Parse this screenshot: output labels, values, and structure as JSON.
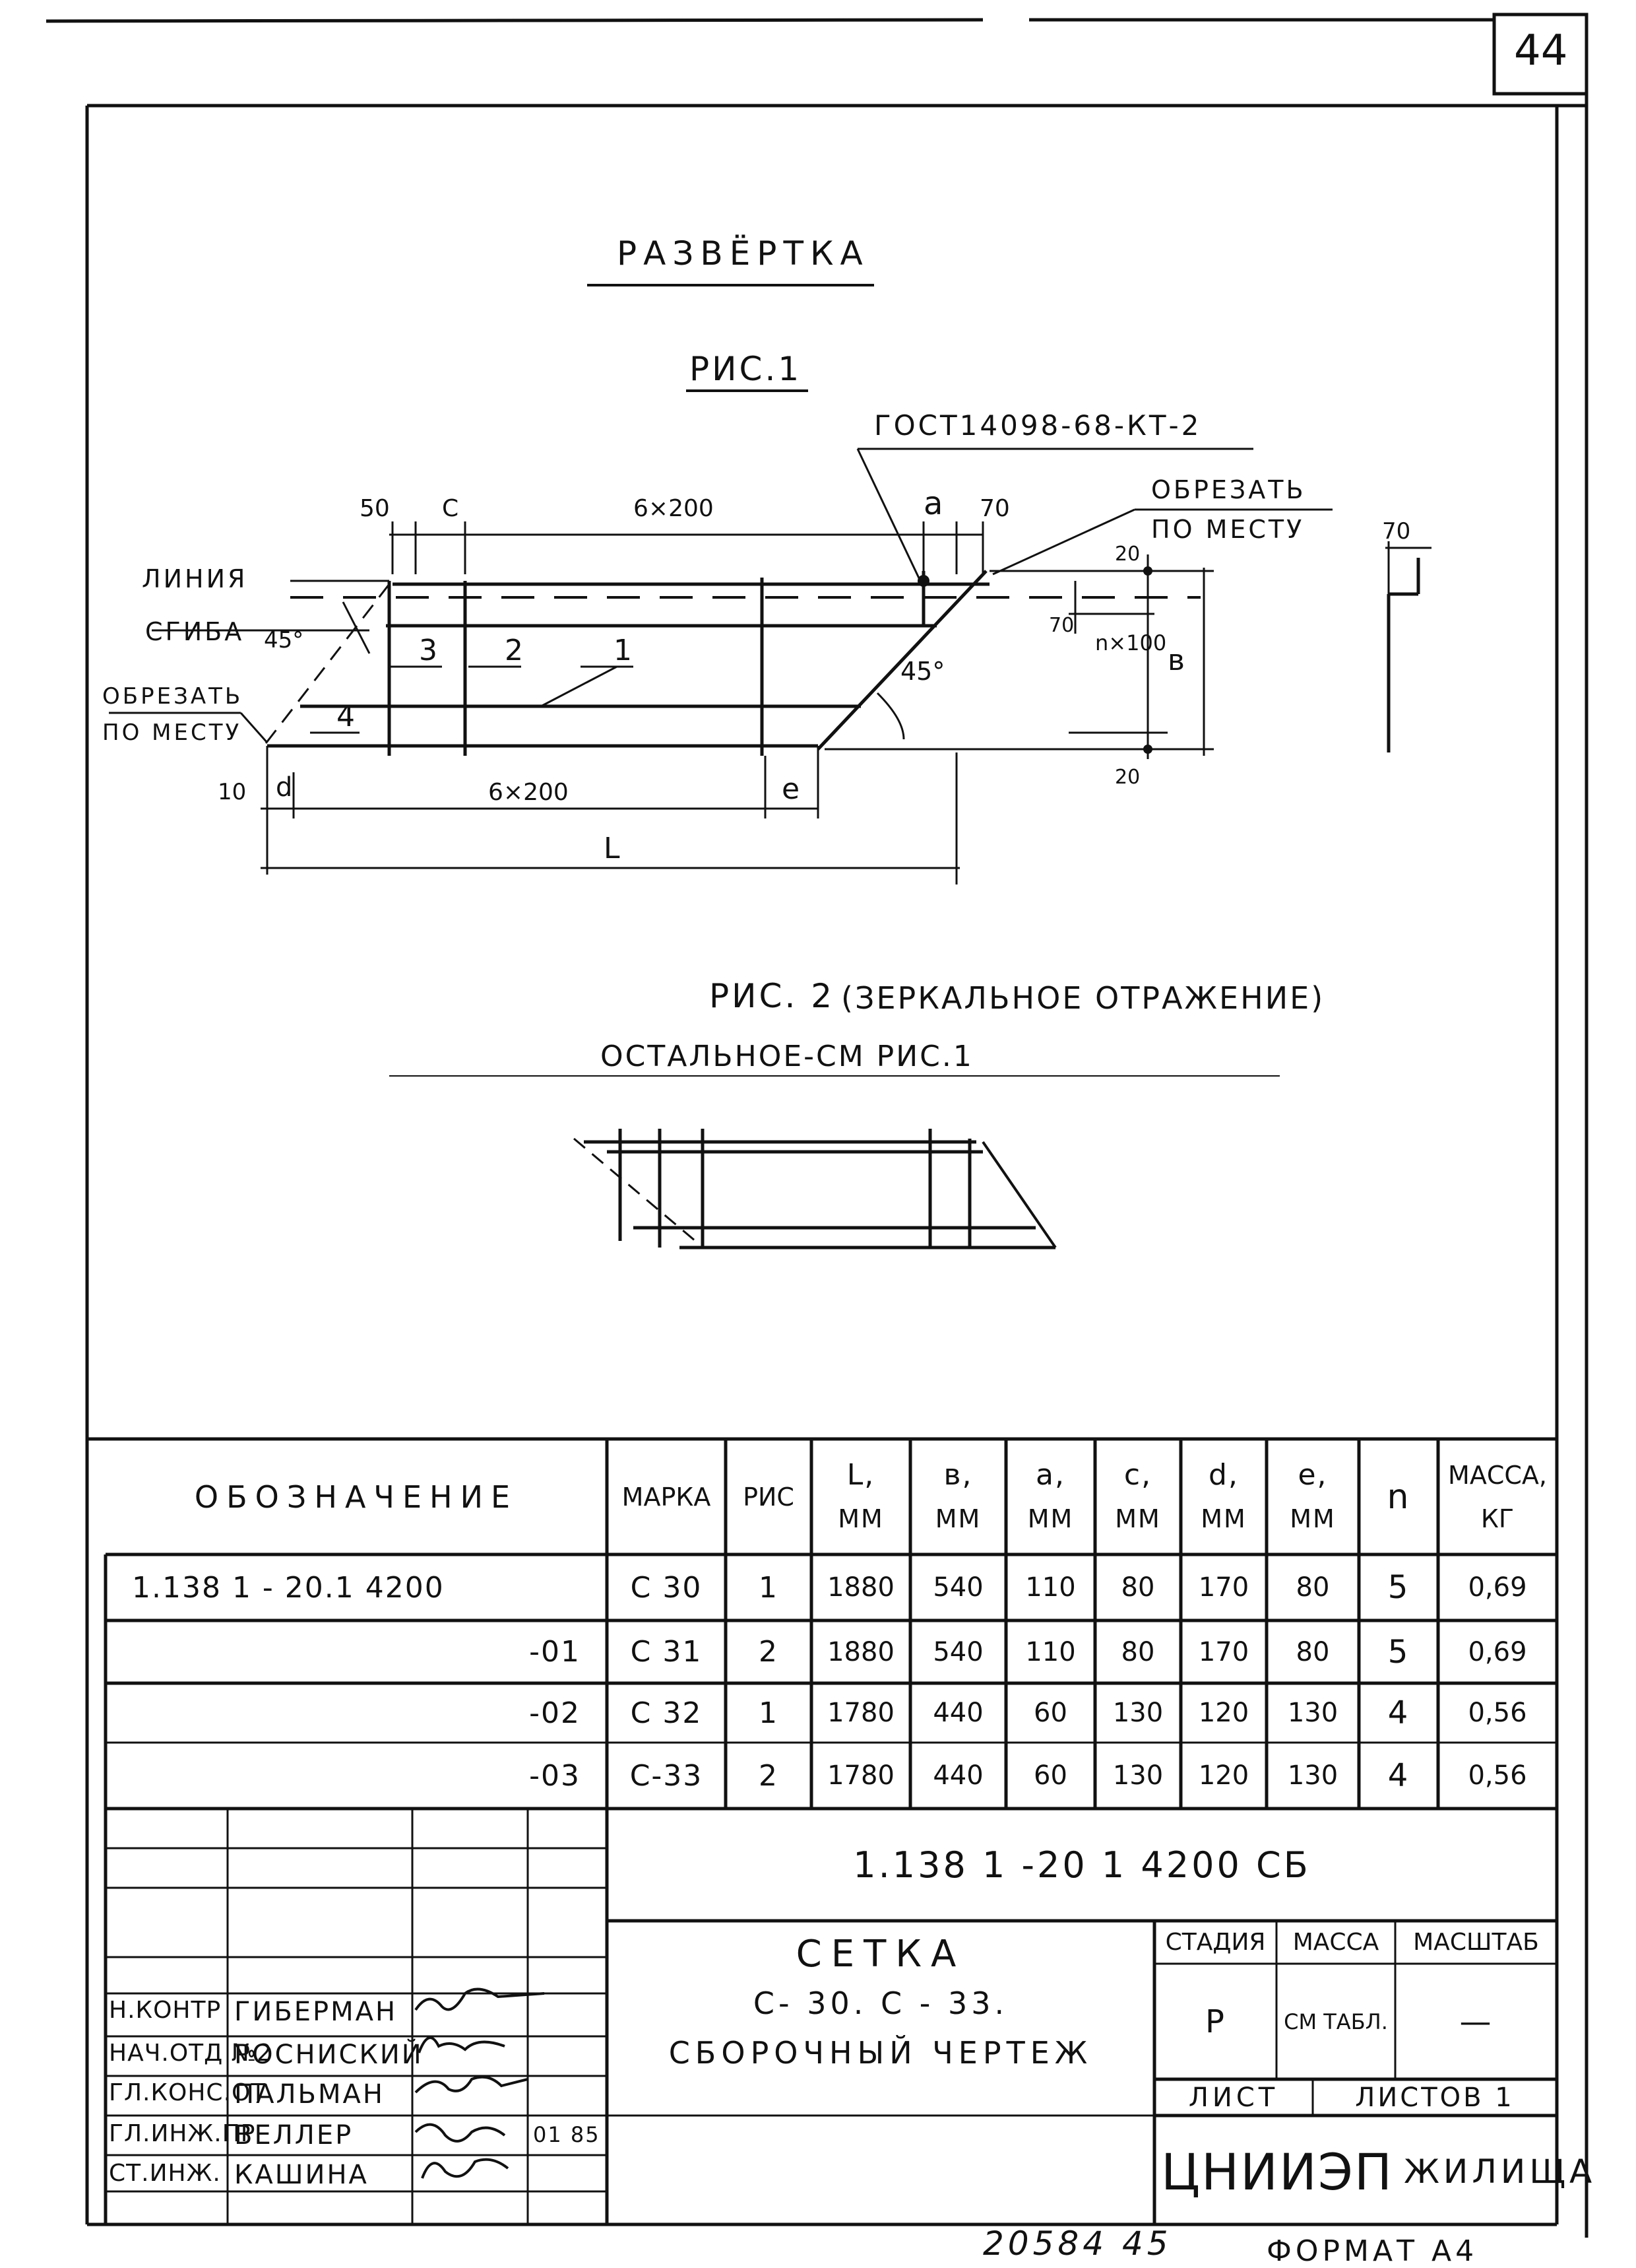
{
  "sheet": {
    "page_number": "44",
    "bottom_code": "20584 45",
    "format_label": "ФОРМАТ А4"
  },
  "drawing": {
    "title": "РАЗВЁРТКА",
    "fig1": {
      "label": "РИС.1",
      "gost_note": "ГОСТ14098-68-КТ-2",
      "cut_note_right_l1": "ОБРЕЗАТЬ",
      "cut_note_right_l2": "ПО МЕСТУ",
      "bend_line_l1": "ЛИНИЯ",
      "bend_line_l2": "СГИБА",
      "bend_angle": "45°",
      "cut_note_left_l1": "ОБРЕЗАТЬ",
      "cut_note_left_l2": "ПО МЕСТУ",
      "dim_50": "50",
      "dim_c": "С",
      "dim_top_span": "6×200",
      "dim_a": "а",
      "dim_70_top": "70",
      "dim_20_top": "20",
      "dim_70_side": "70",
      "dim_n100": "n×100",
      "dim_b": "в",
      "dim_20_bottom": "20",
      "dim_10": "10",
      "dim_d": "d",
      "dim_bottom_span": "6×200",
      "dim_e": "е",
      "dim_L": "L",
      "angle_45": "45°",
      "pos_1": "1",
      "pos_2": "2",
      "pos_3": "3",
      "pos_4": "4",
      "side_dim_70": "70"
    },
    "fig2": {
      "label": "РИС. 2",
      "label_note": "(ЗЕРКАЛЬНОЕ ОТРАЖЕНИЕ)",
      "rest_note": "ОСТАЛЬНОЕ-СМ РИС.1"
    }
  },
  "spec_table": {
    "headers": {
      "designation": "ОБОЗНАЧЕНИЕ",
      "mark": "МАРКА",
      "fig": "РИС",
      "L": "L,",
      "b": "в,",
      "a": "а,",
      "c": "с,",
      "d": "d,",
      "e": "е,",
      "unit": "ММ",
      "n": "n",
      "mass": "МАССА,",
      "mass_unit": "КГ"
    },
    "rows": [
      {
        "designation": "1.138 1 - 20.1 4200",
        "mark": "С 30",
        "fig": "1",
        "L": "1880",
        "b": "540",
        "a": "110",
        "c": "80",
        "d": "170",
        "e": "80",
        "n": "5",
        "mass": "0,69"
      },
      {
        "designation": "-01",
        "mark": "С 31",
        "fig": "2",
        "L": "1880",
        "b": "540",
        "a": "110",
        "c": "80",
        "d": "170",
        "e": "80",
        "n": "5",
        "mass": "0,69"
      },
      {
        "designation": "-02",
        "mark": "С 32",
        "fig": "1",
        "L": "1780",
        "b": "440",
        "a": "60",
        "c": "130",
        "d": "120",
        "e": "130",
        "n": "4",
        "mass": "0,56"
      },
      {
        "designation": "-03",
        "mark": "С-33",
        "fig": "2",
        "L": "1780",
        "b": "440",
        "a": "60",
        "c": "130",
        "d": "120",
        "e": "130",
        "n": "4",
        "mass": "0,56"
      }
    ]
  },
  "title_block": {
    "doc_code": "1.138 1 -20 1 4200 СБ",
    "name_l1": "СЕТКА",
    "name_l2": "С- 30.  С - 33.",
    "name_l3": "СБОРОЧНЫЙ  ЧЕРТЕЖ",
    "stage_hdr": "СТАДИЯ",
    "mass_hdr": "МАССА",
    "scale_hdr": "МАСШТАБ",
    "stage_val": "Р",
    "mass_val": "СМ ТАБЛ.",
    "scale_val": "—",
    "sheet_hdr": "ЛИСТ",
    "sheets_hdr": "ЛИСТОВ 1",
    "org": "ЦНИИЭП",
    "org_suffix": "ЖИЛИЩА",
    "date": "01 85",
    "signers": [
      {
        "role": "Н.КОНТР",
        "name": "ГИБЕРМАН"
      },
      {
        "role": "НАЧ.ОТД №2",
        "name": "РОСНИСКИЙ"
      },
      {
        "role": "ГЛ.КОНС.ОТ",
        "name": "ПАЛЬМАН"
      },
      {
        "role": "ГЛ.ИНЖ.ПР",
        "name": "ВЕЛЛЕР"
      },
      {
        "role": "СТ.ИНЖ.",
        "name": "КАШИНА"
      }
    ]
  }
}
